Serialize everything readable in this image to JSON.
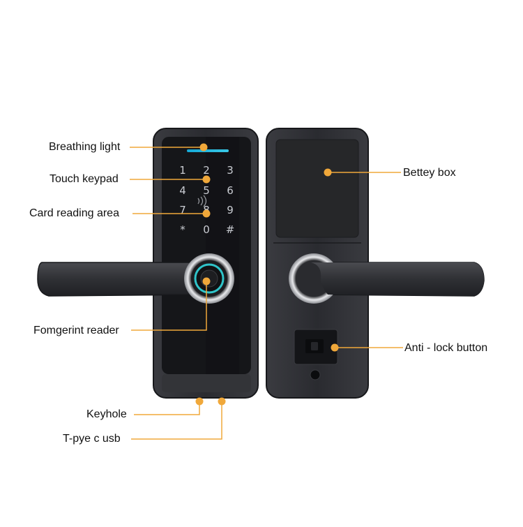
{
  "colors": {
    "callout": "#f0a83a",
    "body": "#2b2c30",
    "panel": "#141518",
    "rim": "#3b3d42",
    "ring": "#2fc4c9"
  },
  "labels": {
    "breathing_light": "Breathing light",
    "touch_keypad": "Touch keypad",
    "card_reading_area": "Card reading area",
    "fingerprint_reader": "Fomgerint reader",
    "keyhole": "Keyhole",
    "usb": "T-pye c usb",
    "battery_box": "Bettey box",
    "anti_lock_button": "Anti - lock button"
  },
  "keypad": {
    "keys": [
      "1",
      "2",
      "3",
      "4",
      "5",
      "6",
      "7",
      "8",
      "9",
      "*",
      "0",
      "#"
    ],
    "card_icon": "contactless-card-icon"
  },
  "icons": {
    "fingerprint": "fingerprint-icon",
    "keyhole": "keyhole-icon",
    "anti_lock": "anti-lock-button-icon"
  }
}
